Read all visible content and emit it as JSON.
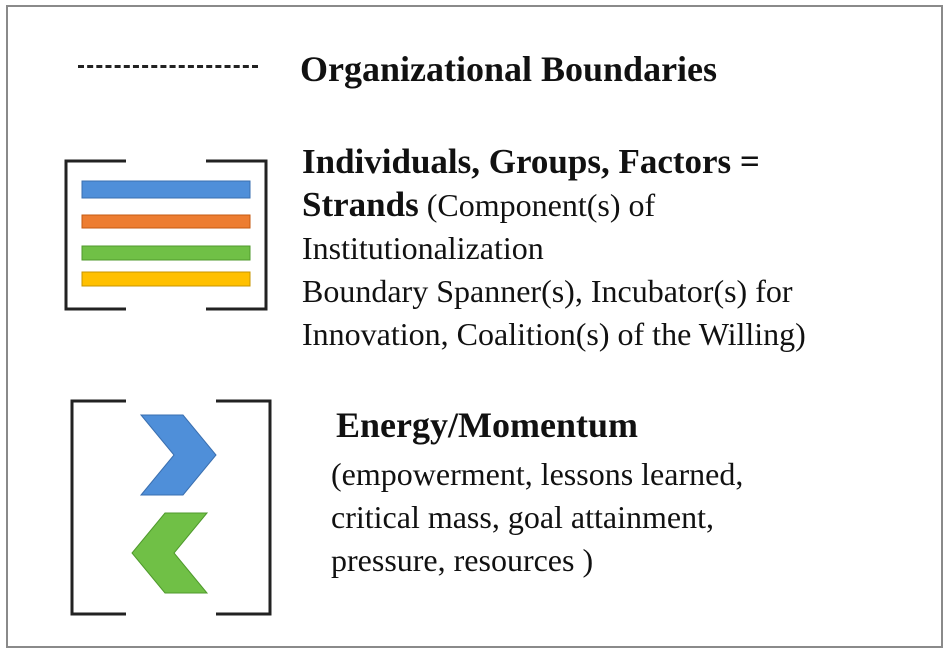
{
  "legend": {
    "boundary": {
      "label": "Organizational Boundaries"
    },
    "strands": {
      "title_line1": "Individuals, Groups, Factors =",
      "title_line2": "Strands",
      "desc_line1_rest": " (Component(s) of",
      "desc_line2": "Institutionalization",
      "desc_line3": "Boundary Spanner(s), Incubator(s) for",
      "desc_line4": "Innovation, Coalition(s) of the Willing)",
      "colors": [
        "#4f8fd9",
        "#ed7d31",
        "#70c046",
        "#ffc000"
      ]
    },
    "energy": {
      "title": "Energy/Momentum",
      "desc_line1": "(empowerment, lessons learned,",
      "desc_line2": "critical mass, goal attainment,",
      "desc_line3": "pressure, resources )",
      "colors": [
        "#4f8fd9",
        "#70c046"
      ]
    }
  }
}
